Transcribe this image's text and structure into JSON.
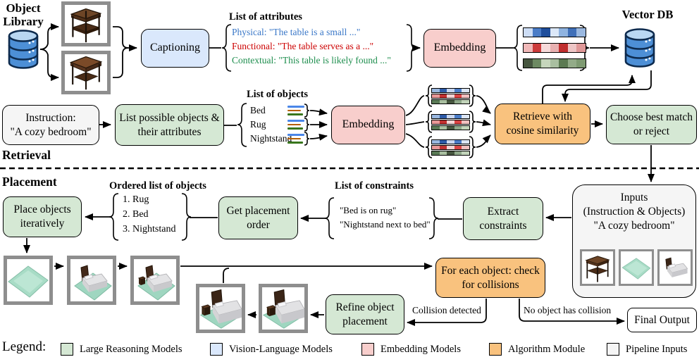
{
  "sections": {
    "retrieval": "Retrieval",
    "placement": "Placement"
  },
  "object_library_label": "Object Library",
  "vector_db_label": "Vector DB",
  "boxes": {
    "captioning": "Captioning",
    "embedding_top": "Embedding",
    "embedding_mid": "Embedding",
    "retrieve": "Retrieve with cosine similarity",
    "choose": "Choose best match or reject",
    "list_possible": "List possible objects & their attributes",
    "place_iteratively": "Place objects iteratively",
    "get_order": "Get placement order",
    "extract": "Extract constraints",
    "check_collisions": "For each object: check for collisions",
    "refine": "Refine object placement",
    "final_output": "Final Output"
  },
  "instruction_box": {
    "title": "Instruction:",
    "text": "\"A cozy bedroom\""
  },
  "inputs_box": {
    "title": "Inputs",
    "subtitle": "(Instruction & Objects)",
    "text": "\"A cozy bedroom\""
  },
  "attributes": {
    "title": "List of attributes",
    "items": [
      {
        "text": "Physical: \"The table is a small ...\"",
        "color": "#3b78c8"
      },
      {
        "text": "Functional: \"The table serves as a ...\"",
        "color": "#cc0000"
      },
      {
        "text": "Contextual: \"This table is likely found ...\"",
        "color": "#1e8e4e"
      }
    ]
  },
  "objects_list": {
    "title": "List of objects",
    "items": [
      "Bed",
      "Rug",
      "Nightstand"
    ],
    "line_colors": [
      "#4a86e8",
      "#b45f06",
      "#38761d"
    ]
  },
  "ordered_list": {
    "title": "Ordered list of objects",
    "items": [
      "1. Rug",
      "2. Bed",
      "3. Nightstand"
    ]
  },
  "constraints": {
    "title": "List of constraints",
    "items": [
      "\"Bed is on rug\"",
      "\"Nightstand next to bed\""
    ]
  },
  "edge_labels": {
    "collision": "Collision detected",
    "no_collision": "No object has collision"
  },
  "legend": {
    "label": "Legend:",
    "items": [
      {
        "label": "Large Reasoning Models",
        "color": "#d5e8d4"
      },
      {
        "label": "Vision-Language Models",
        "color": "#dae8fc"
      },
      {
        "label": "Embedding Models",
        "color": "#f8cecc"
      },
      {
        "label": "Algorithm Module",
        "color": "#f9c27e"
      },
      {
        "label": "Pipeline Inputs",
        "color": "#f5f5f5"
      }
    ]
  },
  "colors": {
    "green_box": "#d5e8d4",
    "blue_box": "#dae8fc",
    "pink_box": "#f8cecc",
    "orange_box": "#f9c27e",
    "gray_box": "#f5f5f5",
    "white_box": "#ffffff"
  },
  "vectors": {
    "blue_large": [
      "#cdddf5",
      "#4a7cc7",
      "#1f4e9c",
      "#dce8f8",
      "#8fb3e0",
      "#3f6fb8",
      "#9ab8e0"
    ],
    "red_large": [
      "#f0b8b8",
      "#cc3b3b",
      "#f6dada",
      "#e8b0b0",
      "#c02f2f",
      "#eec6c6",
      "#e09898"
    ],
    "green_large": [
      "#46563f",
      "#6d8a62",
      "#c6d6bc",
      "#a9bfa0",
      "#5c7a52",
      "#93ab88",
      "#7e9a72"
    ],
    "blue_small": [
      "#9ab8e0",
      "#2e5ba8",
      "#c9d7f0",
      "#4a7cc7",
      "#dce6f5"
    ],
    "red_small": [
      "#e89898",
      "#c03030",
      "#f2d5d5",
      "#d84444",
      "#f0c0c0"
    ],
    "green_small": [
      "#5a7a56",
      "#a9bfa0",
      "#46563f",
      "#8fa88a",
      "#c2d4ba"
    ]
  }
}
